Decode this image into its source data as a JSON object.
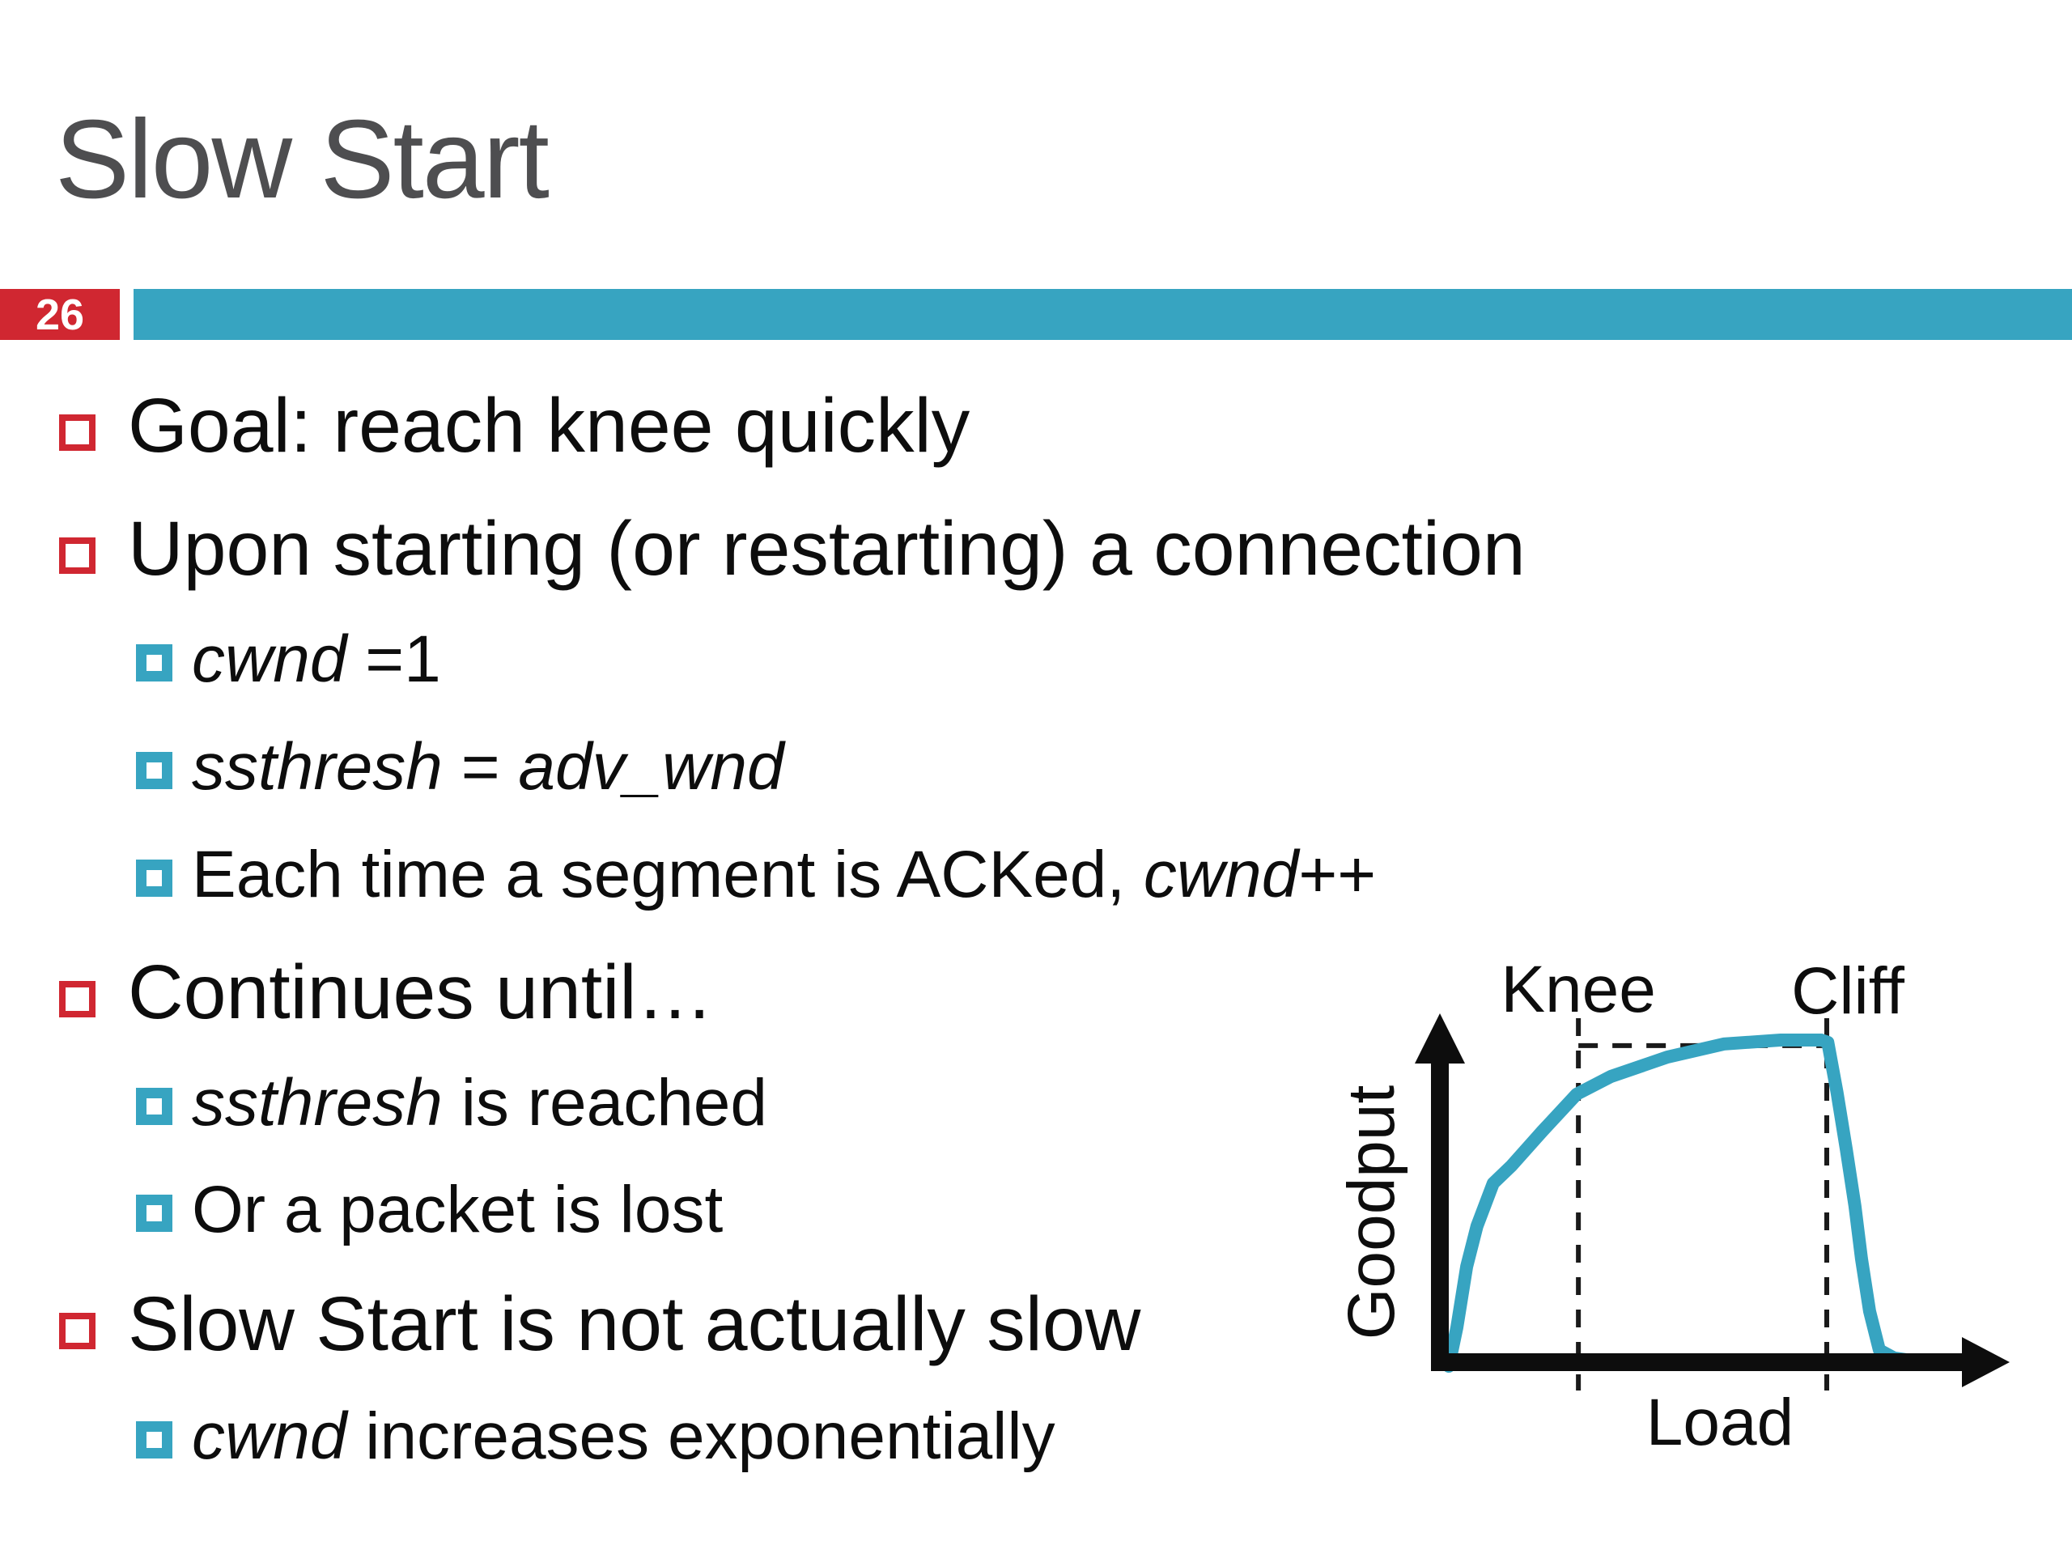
{
  "slide": {
    "title": "Slow Start",
    "slide_number": "26",
    "bullets": [
      {
        "level": 1,
        "runs": [
          {
            "text": "Goal: reach knee quickly"
          }
        ]
      },
      {
        "level": 1,
        "runs": [
          {
            "text": "Upon starting (or restarting) a connection"
          }
        ]
      },
      {
        "level": 2,
        "runs": [
          {
            "text": "cwnd",
            "italic": true
          },
          {
            "text": " =1"
          }
        ]
      },
      {
        "level": 2,
        "runs": [
          {
            "text": "ssthresh",
            "italic": true
          },
          {
            "text": " = "
          },
          {
            "text": "adv_wnd",
            "italic": true
          }
        ]
      },
      {
        "level": 2,
        "runs": [
          {
            "text": "Each time a segment is ACKed, "
          },
          {
            "text": "cwnd",
            "italic": true
          },
          {
            "text": "++"
          }
        ]
      },
      {
        "level": 1,
        "runs": [
          {
            "text": "Continues until…"
          }
        ]
      },
      {
        "level": 2,
        "runs": [
          {
            "text": "ssthresh",
            "italic": true
          },
          {
            "text": " is reached"
          }
        ]
      },
      {
        "level": 2,
        "runs": [
          {
            "text": "Or a packet is lost"
          }
        ]
      },
      {
        "level": 1,
        "runs": [
          {
            "text": "Slow Start is not actually slow"
          }
        ]
      },
      {
        "level": 2,
        "runs": [
          {
            "text": "cwnd",
            "italic": true
          },
          {
            "text": " increases exponentially"
          }
        ]
      }
    ]
  },
  "chart": {
    "ylabel": "Goodput",
    "xlabel": "Load",
    "knee_label": "Knee",
    "cliff_label": "Cliff"
  },
  "chart_data": {
    "type": "line",
    "title": "",
    "xlabel": "Load",
    "ylabel": "Goodput",
    "x": [
      0,
      1.5,
      3.3,
      5.2,
      8.2,
      11.6,
      17.2,
      23.6,
      29.9,
      40.3,
      50.7,
      61.2,
      68.7,
      69.9,
      71.6,
      73.3,
      74.9,
      76.1,
      77.6,
      79.4,
      82.1,
      84.3
    ],
    "y": [
      0.5,
      12.3,
      30.9,
      43.2,
      56.3,
      61.7,
      72.1,
      83.5,
      88.9,
      94.8,
      98.8,
      100,
      100,
      99.3,
      84.0,
      66.7,
      49.4,
      33.3,
      17.3,
      5.4,
      3.0,
      2.5
    ],
    "xlim": [
      0,
      100
    ],
    "ylim": [
      0,
      100
    ],
    "grid": false,
    "axis_tick_labels": "none",
    "annotations": [
      {
        "label": "Knee",
        "x": 23.9
      },
      {
        "label": "Cliff",
        "x": 69.7
      }
    ],
    "plateau_dash_level": 98.3
  },
  "colors": {
    "accent_red": "#d02731",
    "accent_teal": "#37a4c1",
    "title_gray": "#4e4e50",
    "text_black": "#0d0d0d",
    "curve_teal": "#37a4c1"
  }
}
